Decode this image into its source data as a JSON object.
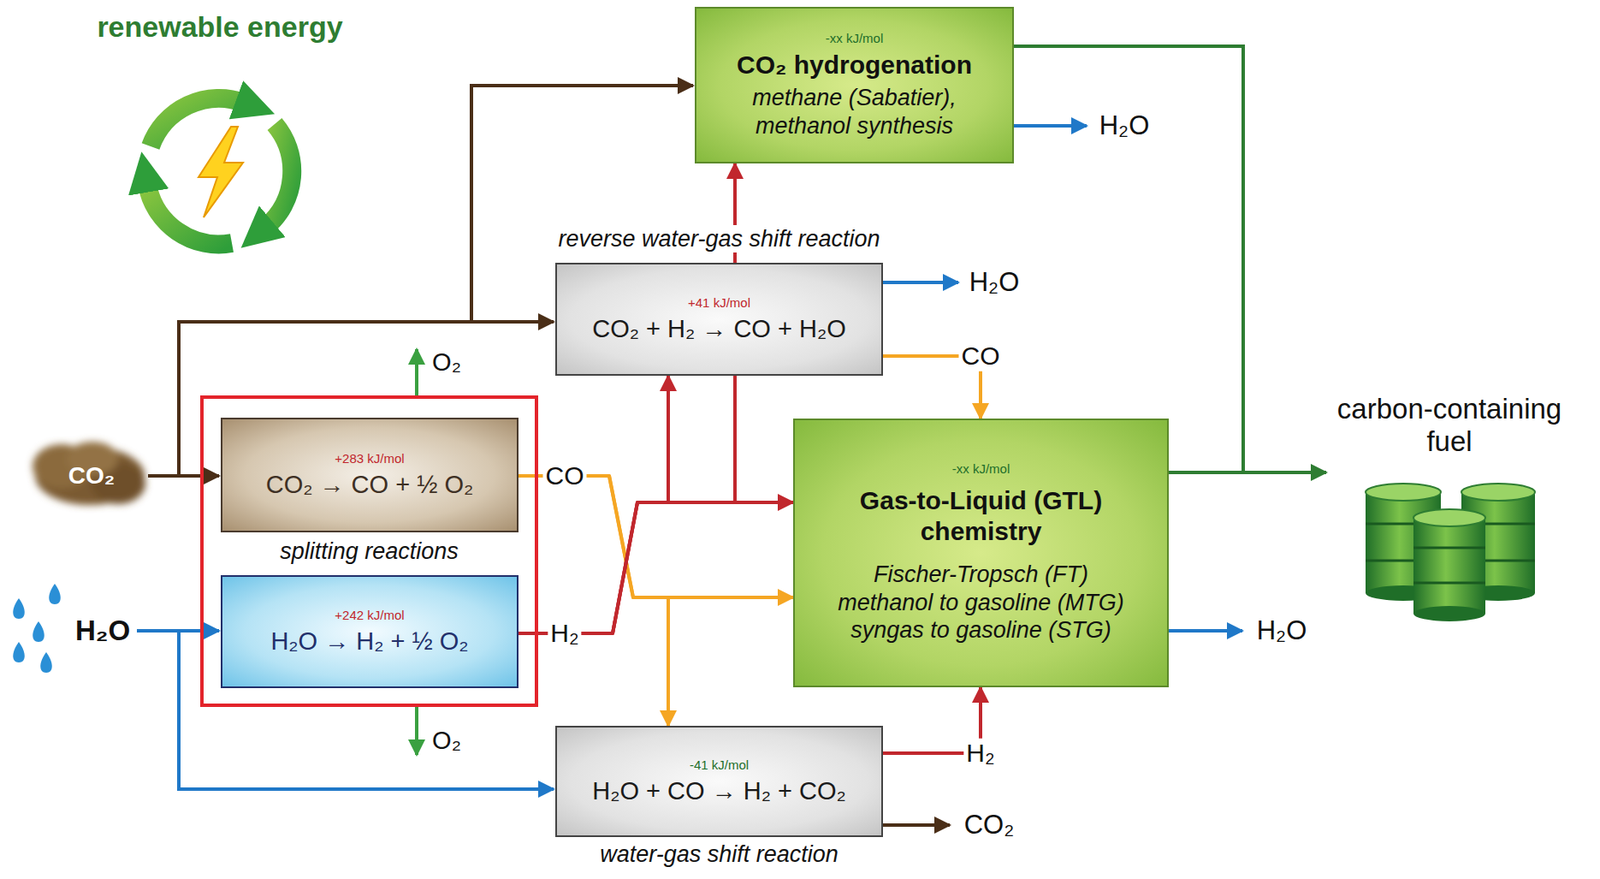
{
  "diagram": {
    "nodes": [
      {
        "text": [
          "splitting reactions"
        ]
      },
      {
        "text": [
          "+283 kJ/mol",
          "CO₂ → CO + ½ O₂"
        ],
        "in": 0
      },
      {
        "text": [
          "+242 kJ/mol",
          "H₂O → H₂ + ½ O₂"
        ],
        "in": 0
      },
      {
        "text": [
          "-xx kJ/mol",
          "CO₂ hydrogenation",
          "methane (Sabatier), methanol synthesis"
        ]
      },
      {
        "text": [
          "reverse water-gas shift reaction",
          "+41 kJ/mol",
          "CO₂ + H₂ → CO + H₂O"
        ]
      },
      {
        "text": [
          "-xx kJ/mol",
          "Gas-to-Liquid (GTL) chemistry",
          "Fischer-Tropsch (FT) methanol to gasoline (MTG) syngas to gasoline (STG)"
        ]
      },
      {
        "text": [
          "-41 kJ/mol",
          "H₂O + CO → H₂ + CO₂",
          "water-gas shift reaction"
        ]
      }
    ],
    "edges": [
      {
        "from": 1,
        "to": 5,
        "arrow": "to",
        "label": "CO"
      },
      {
        "from": 1,
        "to": 6,
        "arrow": "to"
      },
      {
        "from": 2,
        "to": 4,
        "arrow": "to"
      },
      {
        "from": 2,
        "to": 5,
        "arrow": "to",
        "label": "H₂"
      },
      {
        "from": 2,
        "to": 3,
        "arrow": "to"
      },
      {
        "from": 4,
        "to": 5,
        "arrow": "to",
        "label": "CO"
      },
      {
        "from": 6,
        "to": 5,
        "arrow": "to",
        "label": "H₂"
      }
    ],
    "labels": [
      "renewable energy",
      "CO₂",
      "H₂O",
      "O₂",
      "O₂",
      "H₂O",
      "H₂O",
      "H₂O",
      "CO₂",
      "carbon-containing fuel"
    ]
  }
}
